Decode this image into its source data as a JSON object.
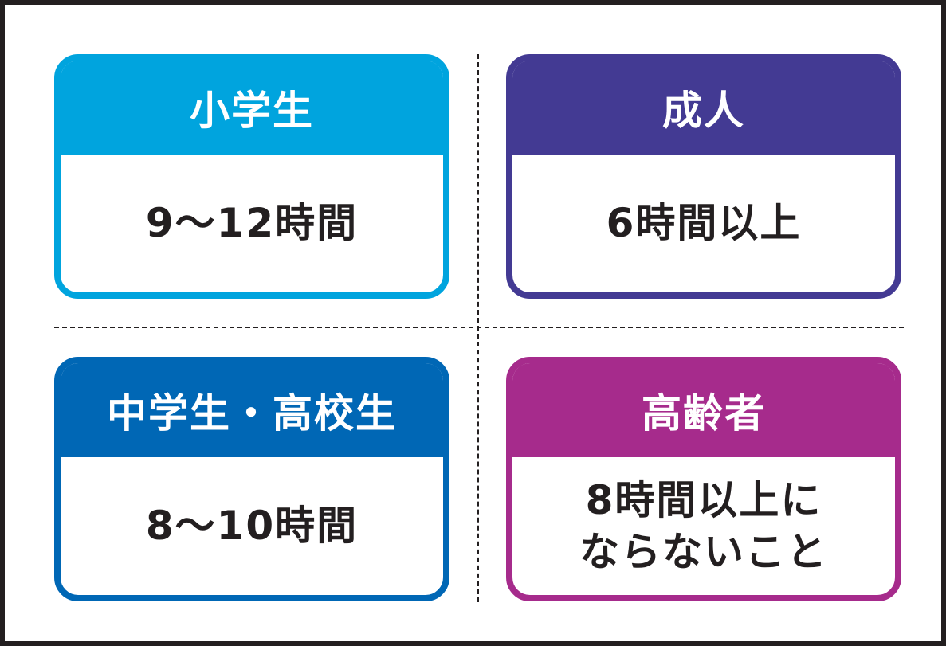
{
  "cards": [
    {
      "title": "小学生",
      "value": "9～12時間",
      "color": "#00a4de"
    },
    {
      "title": "成人",
      "value": "6時間以上",
      "color": "#433a93"
    },
    {
      "title": "中学生・高校生",
      "value": "8～10時間",
      "color": "#0067b5"
    },
    {
      "title": "高齢者",
      "value": "8時間以上に\nならないこと",
      "color": "#a62b8c"
    }
  ]
}
